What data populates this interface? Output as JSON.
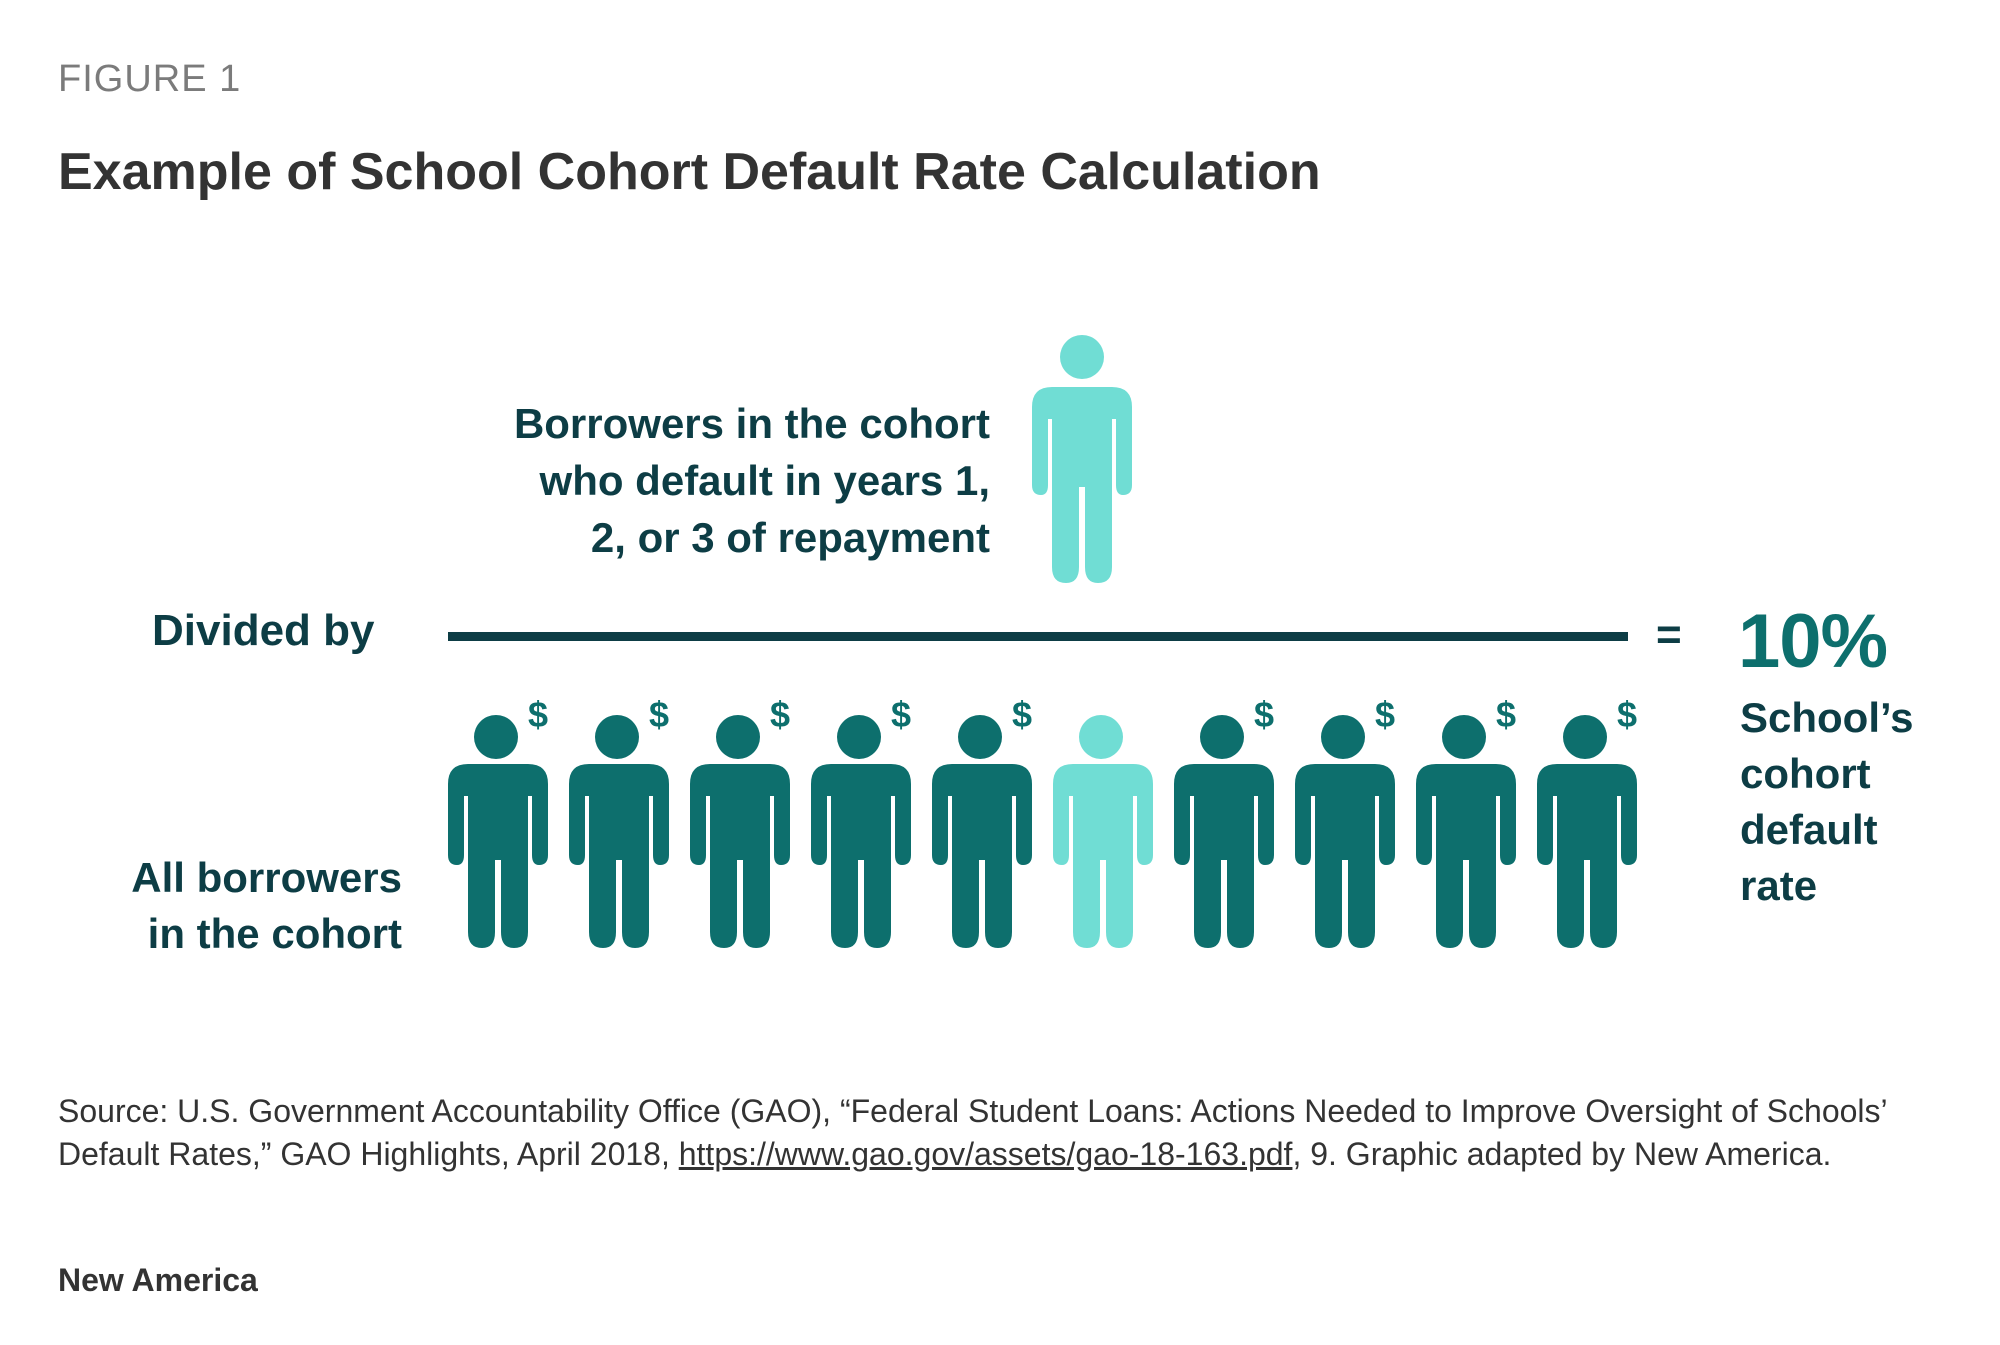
{
  "figure": {
    "label": "FIGURE 1",
    "title": "Example of School Cohort Default Rate Calculation"
  },
  "numerator": {
    "lines": [
      "Borrowers in the cohort",
      "who default in years 1,",
      "2, or 3 of repayment"
    ],
    "icon": "person-icon"
  },
  "divider": {
    "label": "Divided by",
    "equals": "="
  },
  "result": {
    "value": "10%",
    "label_lines": [
      "School’s",
      "cohort",
      "default",
      "rate"
    ]
  },
  "denominator": {
    "lines": [
      "All borrowers",
      "in the cohort"
    ],
    "people": [
      {
        "status": "repaying",
        "dollar": "$"
      },
      {
        "status": "repaying",
        "dollar": "$"
      },
      {
        "status": "repaying",
        "dollar": "$"
      },
      {
        "status": "repaying",
        "dollar": "$"
      },
      {
        "status": "repaying",
        "dollar": "$"
      },
      {
        "status": "default",
        "dollar": ""
      },
      {
        "status": "repaying",
        "dollar": "$"
      },
      {
        "status": "repaying",
        "dollar": "$"
      },
      {
        "status": "repaying",
        "dollar": "$"
      },
      {
        "status": "repaying",
        "dollar": "$"
      }
    ]
  },
  "colors": {
    "dark_teal": "#0d6f6d",
    "light_teal": "#70ddd4",
    "navy": "#0d3d45"
  },
  "source": {
    "prefix": "Source: U.S. Government Accountability Office (GAO), “Federal Student Loans: Actions Needed to Improve Oversight of Schools’ Default Rates,” GAO Highlights, April 2018, ",
    "link": "https://www.gao.gov/assets/gao-18-163.pdf",
    "suffix": ", 9. Graphic adapted by New America."
  },
  "brand": "New America"
}
